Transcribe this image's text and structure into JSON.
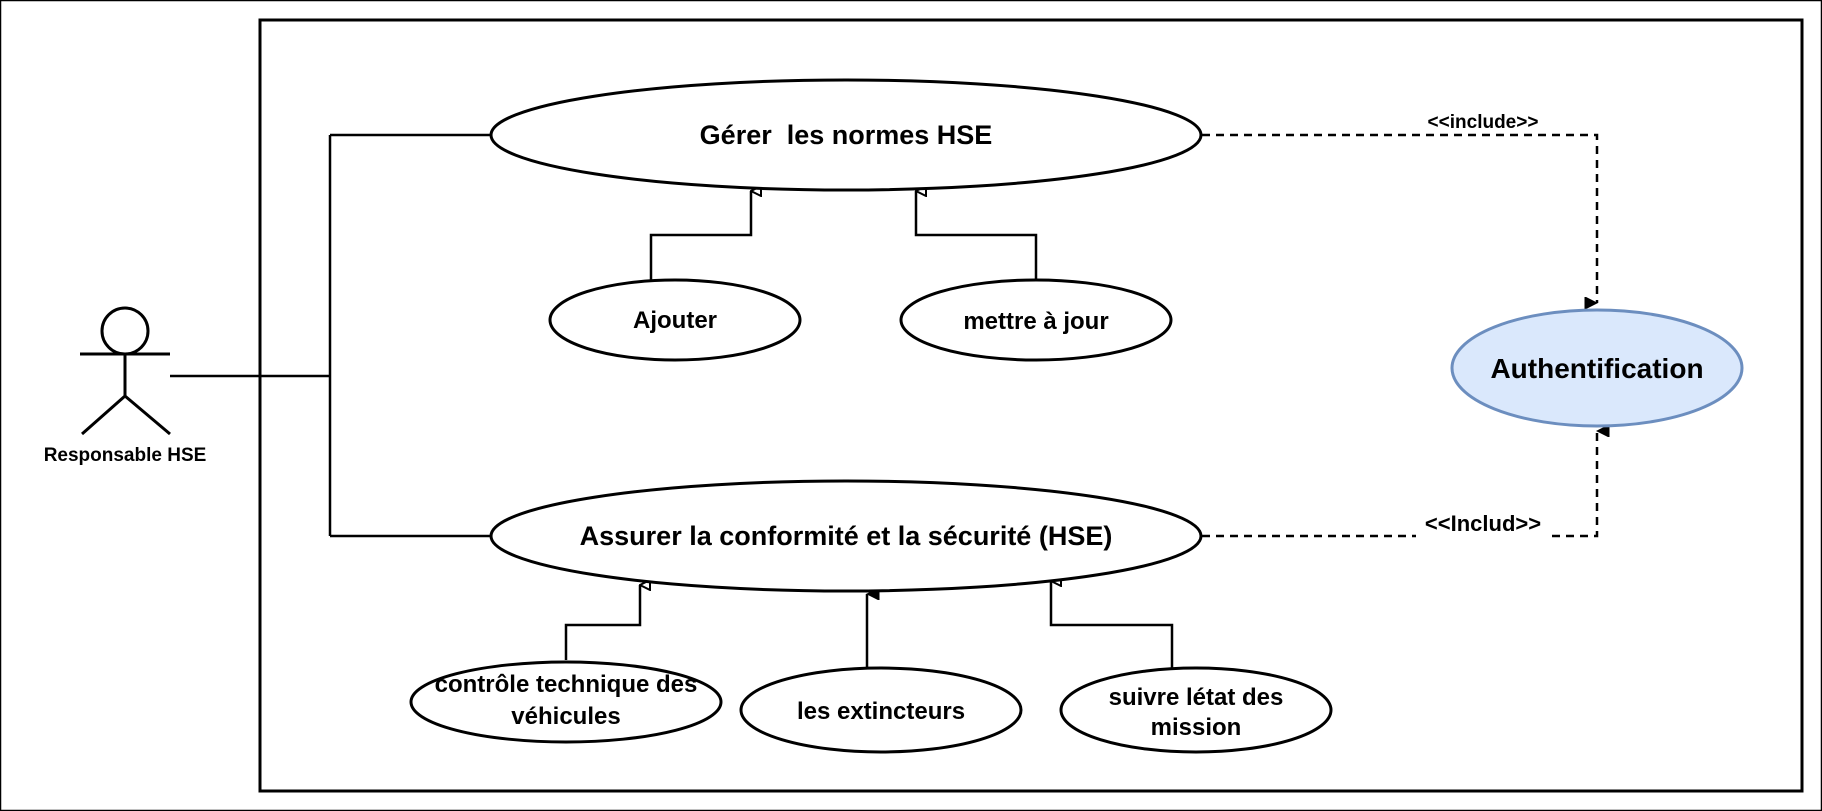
{
  "actor": {
    "label": "Responsable HSE"
  },
  "use_cases": {
    "gerer": "Gérer  les normes HSE",
    "ajouter": "Ajouter",
    "mettre": "mettre à jour",
    "assurer": "Assurer la conformité et la sécurité (HSE)",
    "controle": [
      "contrôle technique des",
      "véhicules"
    ],
    "extincteurs": "les extincteurs",
    "suivre": [
      "suivre létat des",
      "mission"
    ],
    "auth": "Authentification"
  },
  "relations": {
    "include_top": "<<include>>",
    "include_bottom": "<<Includ>>"
  },
  "colors": {
    "auth_fill": "#dae8fc",
    "auth_stroke": "#6c8ebf",
    "line": "#000000"
  }
}
